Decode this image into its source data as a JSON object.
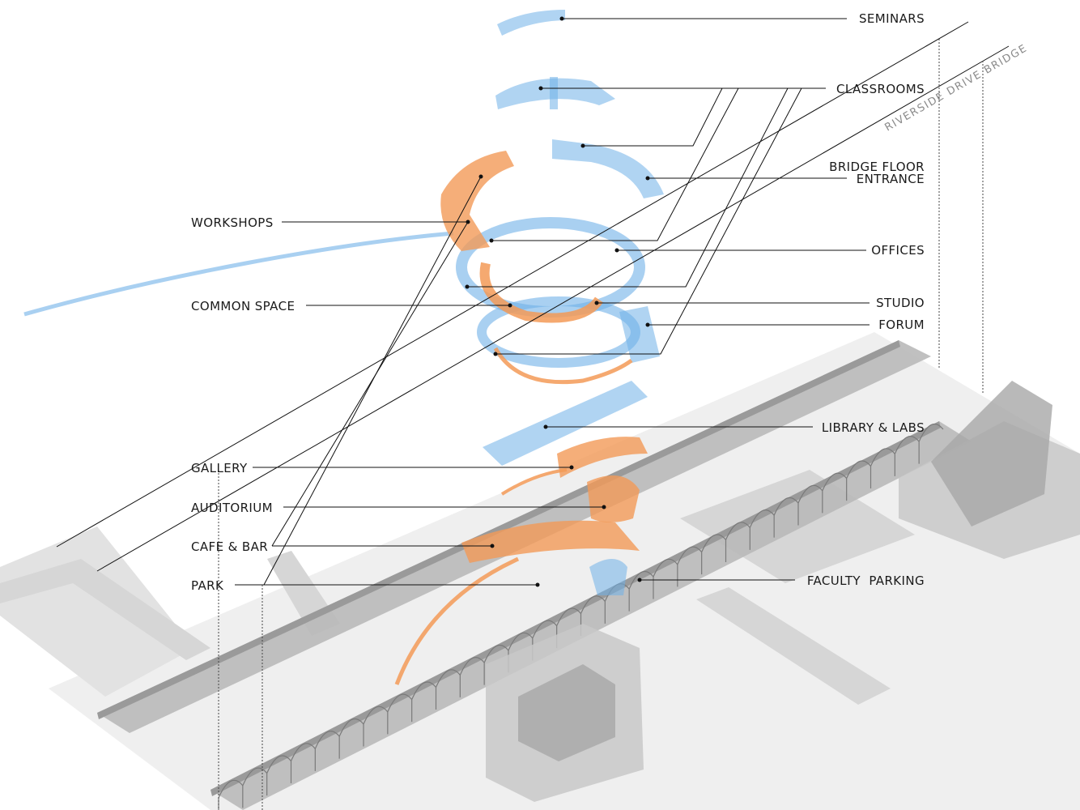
{
  "labels": {
    "seminars": "SEMINARS",
    "classrooms": "CLASSROOMS",
    "bridge_floor_1": "BRIDGE FLOOR",
    "bridge_floor_2": "ENTRANCE",
    "workshops": "WORKSHOPS",
    "offices": "OFFICES",
    "common_space": "COMMON SPACE",
    "studio": "STUDIO",
    "forum": "FORUM",
    "library_labs": "LIBRARY & LABS",
    "gallery": "GALLERY",
    "auditorium": "AUDITORIUM",
    "cafe_bar": "CAFE & BAR",
    "park": "PARK",
    "faculty_parking": "FACULTY  PARKING",
    "riverside_bridge": "RIVERSIDE DRIVE BRIDGE"
  },
  "colors": {
    "program_blue": "#6fb1e8",
    "program_orange": "#f39a57",
    "context_grey": "#c8c8c8"
  }
}
